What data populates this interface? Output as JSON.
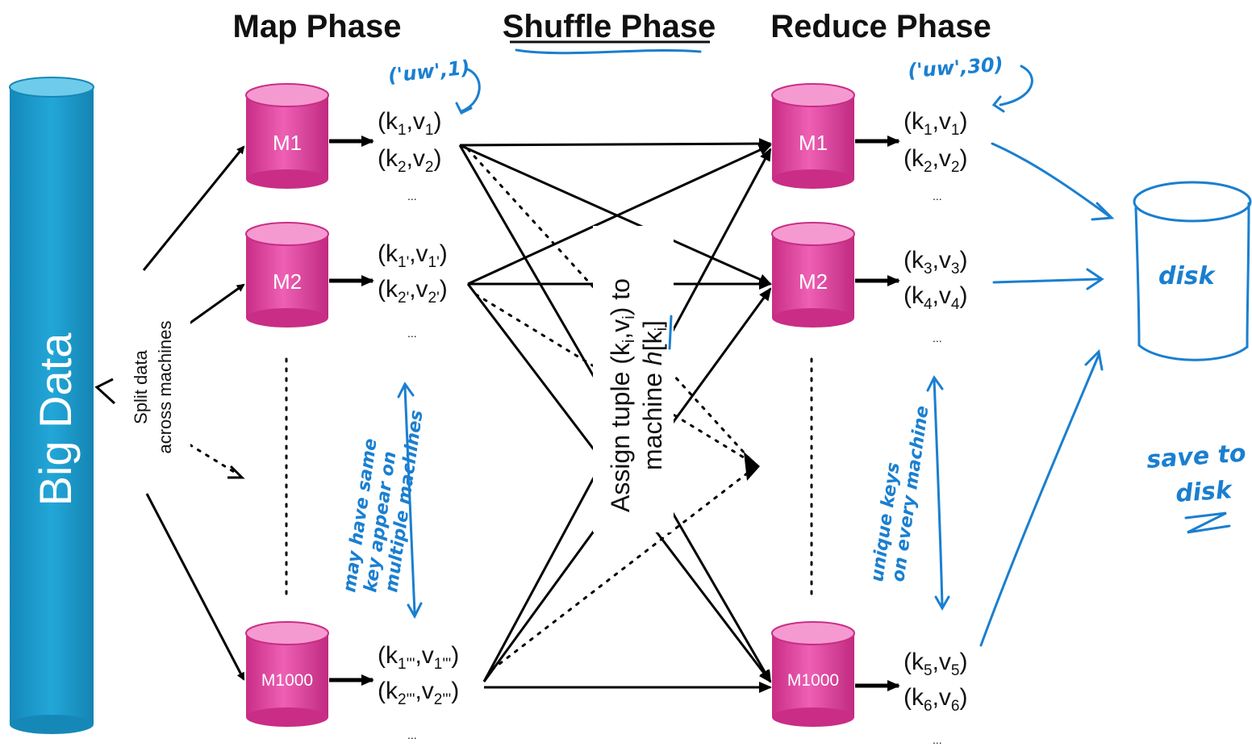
{
  "titles": {
    "map": "Map Phase",
    "shuffle": "Shuffle Phase",
    "reduce": "Reduce Phase"
  },
  "big_data": "Big Data",
  "split_label": [
    "Split data",
    "across machines"
  ],
  "map_machines": [
    "M1",
    "M2",
    "M1000"
  ],
  "reduce_machines": [
    "M1",
    "M2",
    "M1000"
  ],
  "map_pairs": [
    [
      {
        "k": "1",
        "v": "1"
      },
      {
        "k": "2",
        "v": "2"
      }
    ],
    [
      {
        "k": "1'",
        "v": "1'"
      },
      {
        "k": "2'",
        "v": "2'"
      }
    ],
    [
      {
        "k": "1'''",
        "v": "1'''"
      },
      {
        "k": "2'''",
        "v": "2'''"
      }
    ]
  ],
  "reduce_pairs": [
    [
      {
        "k": "1",
        "v": "1"
      },
      {
        "k": "2",
        "v": "2"
      }
    ],
    [
      {
        "k": "3",
        "v": "3"
      },
      {
        "k": "4",
        "v": "4"
      }
    ],
    [
      {
        "k": "5",
        "v": "5"
      },
      {
        "k": "6",
        "v": "6"
      }
    ]
  ],
  "ellipsis": "...",
  "assign": {
    "line1_pre": "Assign tuple (k",
    "line1_sub1": "i",
    "line1_mid": ",v",
    "line1_sub2": "i",
    "line1_post": ") to",
    "line2_pre": "machine ",
    "line2_h": "h",
    "line2_bracket": "[k",
    "line2_sub": "i",
    "line2_end": "]"
  },
  "annotations": {
    "map_example": "('uw',1)",
    "reduce_example": "('uw',30)",
    "map_note": [
      "may have same",
      "key appear on",
      "multiple machines"
    ],
    "reduce_note": [
      "unique keys",
      "on every machine"
    ],
    "save": [
      "save to",
      "disk"
    ],
    "disk": "disk"
  },
  "colors": {
    "machine": "#e0449e",
    "big_data": "#1a9ccc",
    "annotation": "#1a7fd0"
  }
}
